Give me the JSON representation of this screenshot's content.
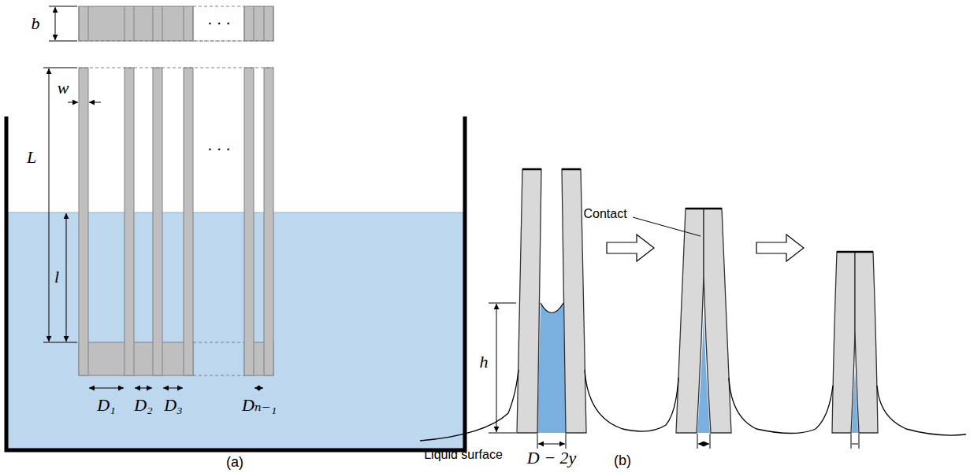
{
  "diagram": {
    "labels": [
      "b",
      "· · ·",
      "L",
      "w",
      "· · ·",
      "l",
      "D₁",
      "D₂",
      "D₃",
      "Dₙ₋₁",
      "(a)",
      "Contact",
      "h",
      "Liquid surface",
      "D − 2y",
      "(b)"
    ]
  }
}
